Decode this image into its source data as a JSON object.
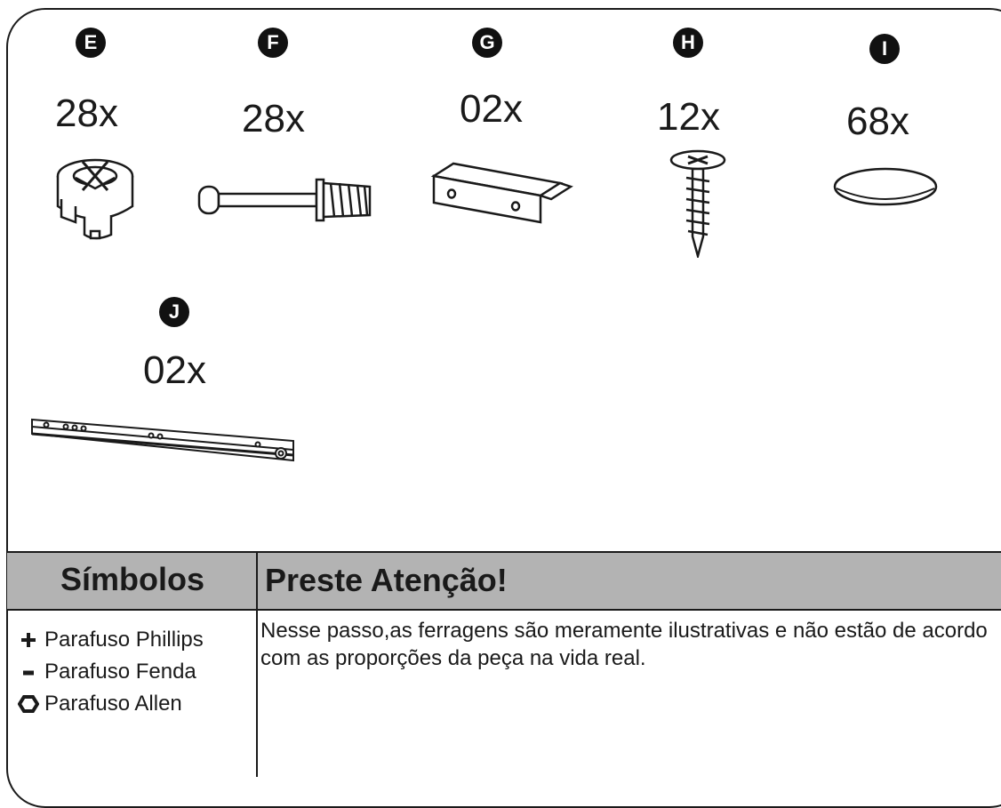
{
  "parts": [
    {
      "id": "part-e",
      "letter": "E",
      "quantity": "28x",
      "icon": "cam-lock-icon"
    },
    {
      "id": "part-f",
      "letter": "F",
      "quantity": "28x",
      "icon": "cam-bolt-icon"
    },
    {
      "id": "part-g",
      "letter": "G",
      "quantity": "02x",
      "icon": "angle-bracket-icon"
    },
    {
      "id": "part-h",
      "letter": "H",
      "quantity": "12x",
      "icon": "phillips-screw-icon"
    },
    {
      "id": "part-i",
      "letter": "I",
      "quantity": "68x",
      "icon": "round-cover-cap-icon"
    },
    {
      "id": "part-j",
      "letter": "J",
      "quantity": "02x",
      "icon": "drawer-slide-icon"
    }
  ],
  "symbols": {
    "title": "Símbolos",
    "items": [
      {
        "icon": "plus-icon",
        "label": "Parafuso Phillips"
      },
      {
        "icon": "minus-icon",
        "label": "Parafuso Fenda"
      },
      {
        "icon": "hexagon-icon",
        "label": "Parafuso Allen"
      }
    ]
  },
  "attention": {
    "title": "Preste Atenção!",
    "text": "Nesse passo,as ferragens são meramente ilustrativas e não estão de acordo com as proporções da peça na vida real."
  },
  "colors": {
    "header_band": "#b3b3b3",
    "ink": "#1a1a1a"
  }
}
